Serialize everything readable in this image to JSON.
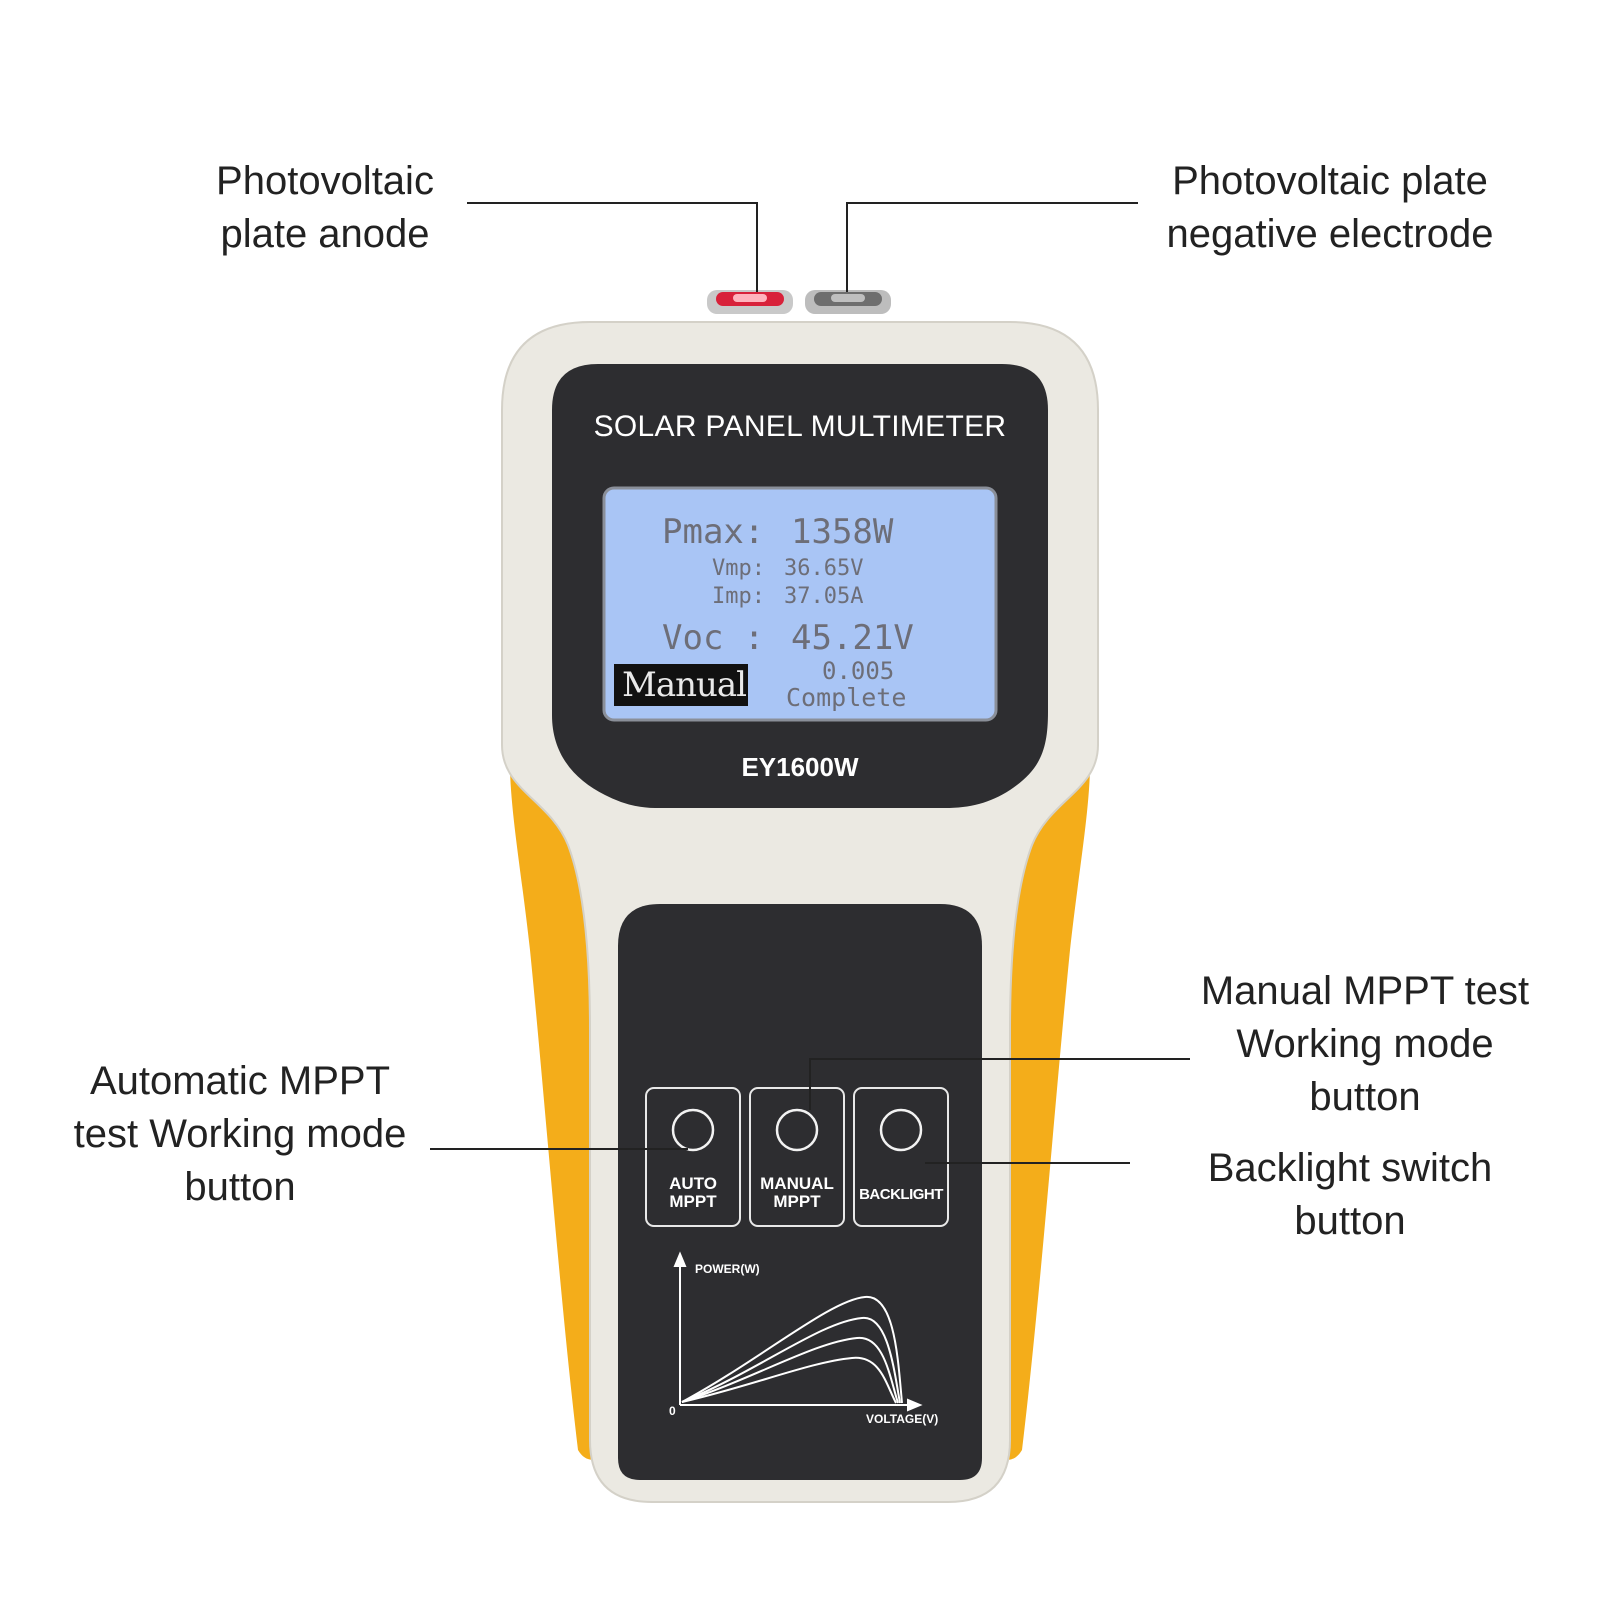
{
  "callouts": {
    "anode": [
      "Photovoltaic",
      "plate anode"
    ],
    "negative": [
      "Photovoltaic plate",
      "negative electrode"
    ],
    "auto": [
      "Automatic MPPT",
      "test Working mode",
      "button"
    ],
    "manual": [
      "Manual MPPT test",
      "Working mode",
      "button"
    ],
    "backlight": [
      "Backlight switch",
      "button"
    ]
  },
  "device": {
    "title": "SOLAR PANEL MULTIMETER",
    "model": "EY1600W",
    "body_color": "#ebe9e2",
    "panel_color": "#2d2d30",
    "grip_color": "#f4ad1a",
    "lcd_color": "#a9c5f5"
  },
  "screen": {
    "pmax_label": "Pmax:",
    "pmax_value": "1358W",
    "vmp_label": "Vmp:",
    "vmp_value": "36.65V",
    "imp_label": "Imp:",
    "imp_value": "37.05A",
    "voc_label": "Voc :",
    "voc_value": "45.21V",
    "mode": "Manual",
    "step": "0.005",
    "status": "Complete"
  },
  "buttons": {
    "auto": [
      "AUTO",
      "MPPT"
    ],
    "manual": [
      "MANUAL",
      "MPPT"
    ],
    "backlight": [
      "BACKLIGHT"
    ]
  },
  "curve_graphic": {
    "y_axis_label": "POWER(W)",
    "x_axis_label": "VOLTAGE(V)",
    "origin_label": "0"
  }
}
